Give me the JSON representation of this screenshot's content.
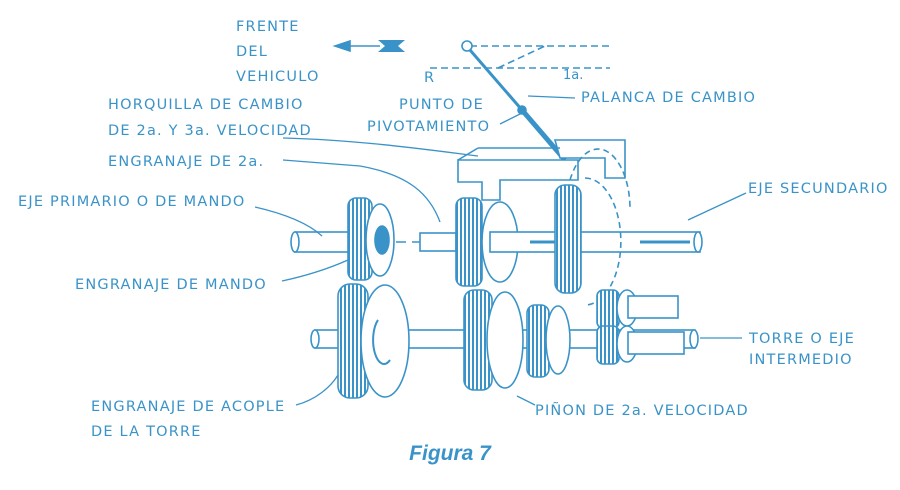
{
  "figure": {
    "caption": "Figura 7",
    "colors": {
      "ink": "#3a93c8",
      "paper": "#ffffff"
    },
    "labels": {
      "frente_1": "FRENTE",
      "frente_2": "DEL",
      "frente_3": "VEHICULO",
      "reverse": "R",
      "first": "1a.",
      "palanca": "PALANCA DE CAMBIO",
      "punto_1": "PUNTO DE",
      "punto_2": "PIVOTAMIENTO",
      "horquilla_1": "HORQUILLA DE CAMBIO",
      "horquilla_2": "DE 2a. Y 3a. VELOCIDAD",
      "engranaje_2a": "ENGRANAJE DE 2a.",
      "eje_primario": "EJE PRIMARIO O DE MANDO",
      "eje_secundario": "EJE SECUNDARIO",
      "engranaje_mando": "ENGRANAJE DE MANDO",
      "torre_1": "TORRE O EJE",
      "torre_2": "INTERMEDIO",
      "acople_1": "ENGRANAJE DE ACOPLE",
      "acople_2": "DE LA TORRE",
      "pinon": "PIÑON DE 2a. VELOCIDAD"
    }
  }
}
